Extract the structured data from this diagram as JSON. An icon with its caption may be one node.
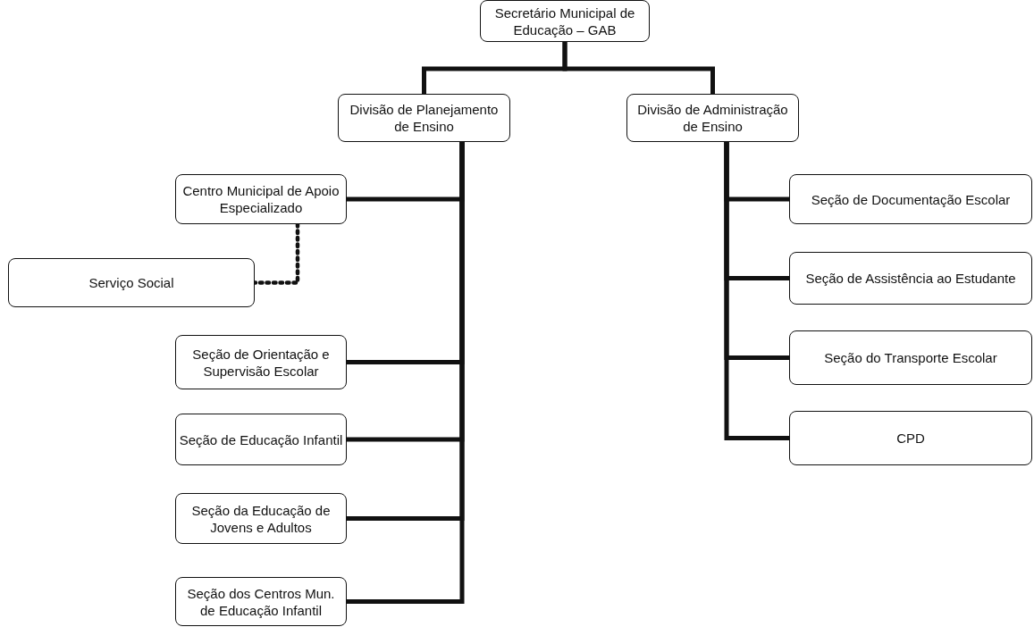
{
  "diagram": {
    "nodes": [
      {
        "text": [
          "Secretário Municipal de Educação – GAB"
        ]
      },
      {
        "text": [
          "Divisão de Planejamento de Ensino"
        ]
      },
      {
        "text": [
          "Divisão de Administração de Ensino"
        ]
      },
      {
        "text": [
          "Centro Municipal de Apoio Especializado"
        ]
      },
      {
        "text": [
          "Serviço Social"
        ]
      },
      {
        "text": [
          "Seção de Orientação e Supervisão Escolar"
        ]
      },
      {
        "text": [
          "Seção de Educação Infantil"
        ]
      },
      {
        "text": [
          "Seção da Educação de Jovens e Adultos"
        ]
      },
      {
        "text": [
          "Seção dos Centros Mun. de Educação Infantil"
        ]
      },
      {
        "text": [
          "Seção de Documentação Escolar"
        ]
      },
      {
        "text": [
          "Seção de Assistência ao Estudante"
        ]
      },
      {
        "text": [
          "Seção do Transporte Escolar"
        ]
      },
      {
        "text": [
          "CPD"
        ]
      }
    ],
    "edges": [
      {
        "from": 0,
        "to": 1,
        "arrow": "none"
      },
      {
        "from": 0,
        "to": 2,
        "arrow": "none"
      },
      {
        "from": 1,
        "to": 3,
        "arrow": "none"
      },
      {
        "from": 3,
        "to": 4,
        "arrow": "none",
        "style": "dashed"
      },
      {
        "from": 1,
        "to": 5,
        "arrow": "none"
      },
      {
        "from": 1,
        "to": 6,
        "arrow": "none"
      },
      {
        "from": 1,
        "to": 7,
        "arrow": "none"
      },
      {
        "from": 1,
        "to": 8,
        "arrow": "none"
      },
      {
        "from": 2,
        "to": 9,
        "arrow": "none"
      },
      {
        "from": 2,
        "to": 10,
        "arrow": "none"
      },
      {
        "from": 2,
        "to": 11,
        "arrow": "none"
      },
      {
        "from": 2,
        "to": 12,
        "arrow": "none"
      }
    ]
  }
}
